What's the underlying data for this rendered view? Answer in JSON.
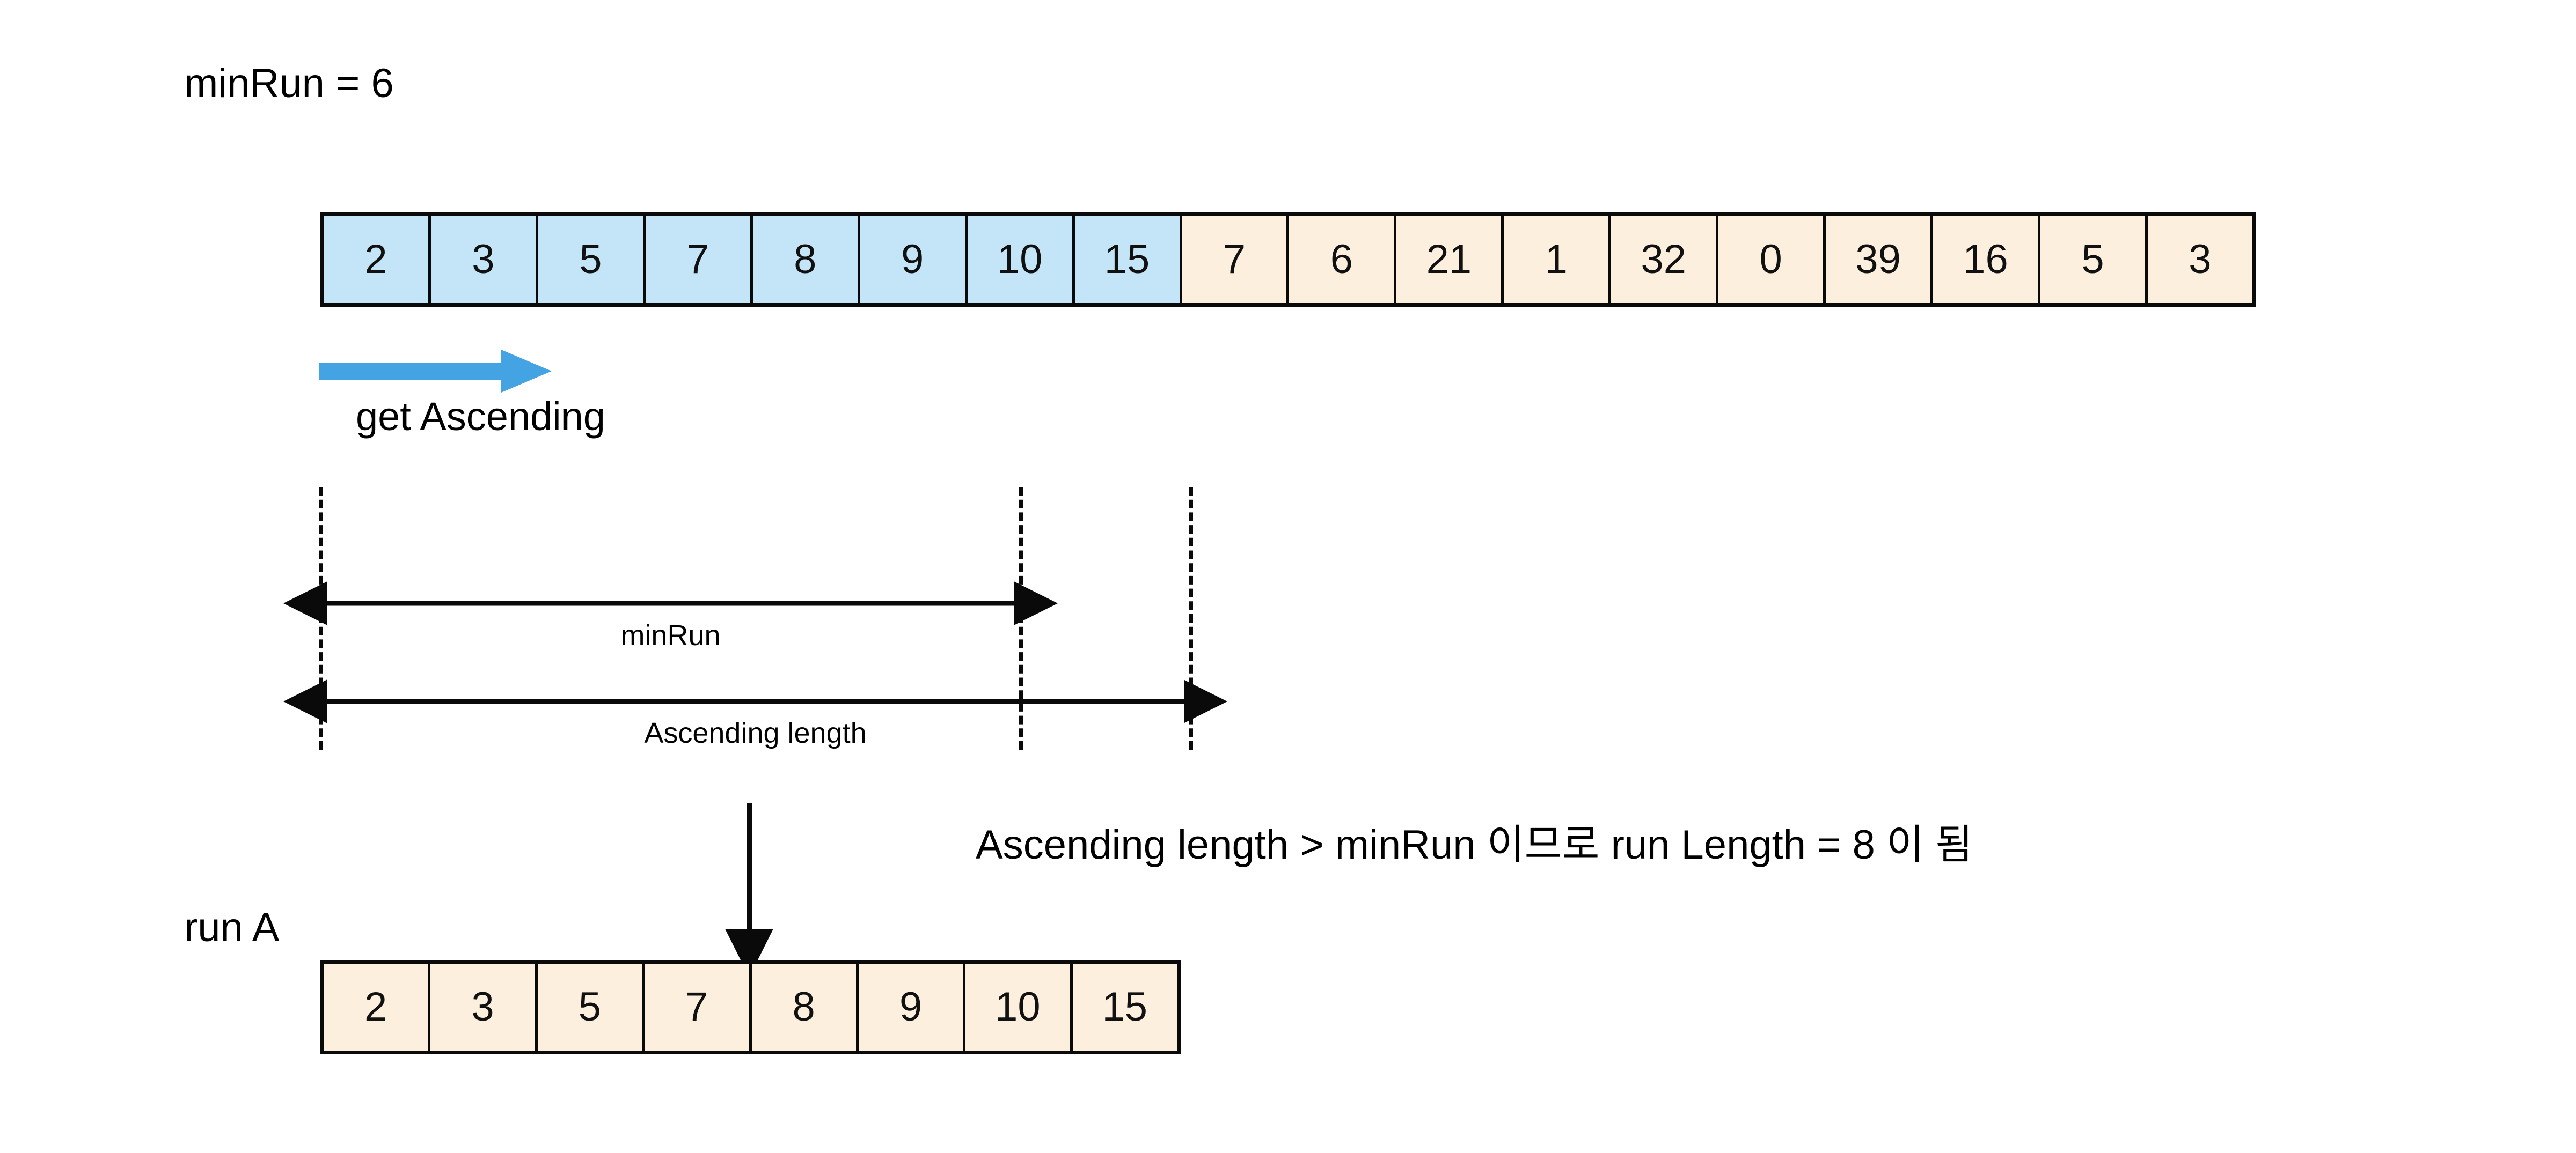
{
  "diagram": {
    "title_note": "minRun = 6",
    "min_run_value": 6,
    "step_label": "get Ascending",
    "dimension_labels": {
      "min_run": "minRun",
      "ascending_length": "Ascending length"
    },
    "conclusion_text": "Ascending length > minRun 이므로 run Length = 8 이 됨",
    "run_label": "run A",
    "colors": {
      "ascending_fill": "#c3e5f7",
      "remaining_fill": "#fcefdd",
      "arrow_blue": "#44a3e3",
      "stroke": "#0a0a0a",
      "background": "#ffffff"
    }
  },
  "main_array": {
    "name": "input-array",
    "ascending_run_length": 8,
    "total_length": 18,
    "cells": [
      {
        "value": "2",
        "fill": "ascending"
      },
      {
        "value": "3",
        "fill": "ascending"
      },
      {
        "value": "5",
        "fill": "ascending"
      },
      {
        "value": "7",
        "fill": "ascending"
      },
      {
        "value": "8",
        "fill": "ascending"
      },
      {
        "value": "9",
        "fill": "ascending"
      },
      {
        "value": "10",
        "fill": "ascending"
      },
      {
        "value": "15",
        "fill": "ascending"
      },
      {
        "value": "7",
        "fill": "remaining"
      },
      {
        "value": "6",
        "fill": "remaining"
      },
      {
        "value": "21",
        "fill": "remaining"
      },
      {
        "value": "1",
        "fill": "remaining"
      },
      {
        "value": "32",
        "fill": "remaining"
      },
      {
        "value": "0",
        "fill": "remaining"
      },
      {
        "value": "39",
        "fill": "remaining"
      },
      {
        "value": "16",
        "fill": "remaining"
      },
      {
        "value": "5",
        "fill": "remaining"
      },
      {
        "value": "3",
        "fill": "remaining"
      }
    ]
  },
  "run_array": {
    "name": "run-a-array",
    "length": 8,
    "cells": [
      {
        "value": "2",
        "fill": "remaining"
      },
      {
        "value": "3",
        "fill": "remaining"
      },
      {
        "value": "5",
        "fill": "remaining"
      },
      {
        "value": "7",
        "fill": "remaining"
      },
      {
        "value": "8",
        "fill": "remaining"
      },
      {
        "value": "9",
        "fill": "remaining"
      },
      {
        "value": "10",
        "fill": "remaining"
      },
      {
        "value": "15",
        "fill": "remaining"
      }
    ]
  },
  "icons": {
    "get_ascending_arrow": "right-arrow-icon",
    "extract_arrow": "down-arrow-icon",
    "min_run_measure": "double-headed-arrow-icon",
    "ascending_measure": "double-headed-arrow-icon"
  }
}
